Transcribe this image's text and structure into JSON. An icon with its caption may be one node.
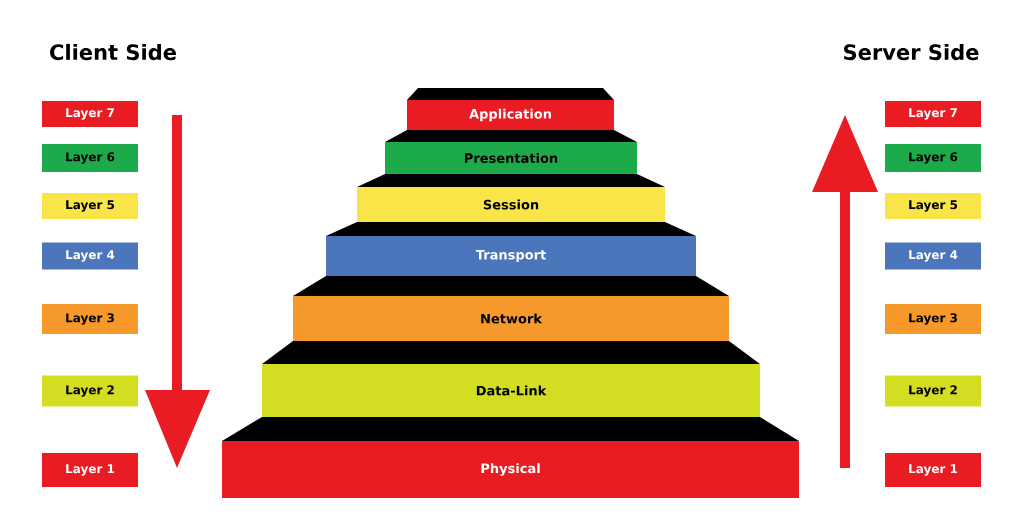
{
  "diagram": {
    "nodes": [
      {
        "text": [
          "Layer 7"
        ]
      },
      {
        "text": [
          "Layer 6"
        ]
      },
      {
        "text": [
          "Layer 5"
        ]
      },
      {
        "text": [
          "Layer 4"
        ]
      },
      {
        "text": [
          "Layer 3"
        ]
      },
      {
        "text": [
          "Layer 2"
        ]
      },
      {
        "text": [
          "Layer 1"
        ]
      },
      {
        "text": [
          "Application"
        ]
      },
      {
        "text": [
          "Presentation"
        ]
      },
      {
        "text": [
          "Session"
        ]
      },
      {
        "text": [
          "Transport"
        ]
      },
      {
        "text": [
          "Network"
        ]
      },
      {
        "text": [
          "Data-Link"
        ]
      },
      {
        "text": [
          "Physical"
        ]
      },
      {
        "text": [
          "Layer 7"
        ]
      },
      {
        "text": [
          "Layer 6"
        ]
      },
      {
        "text": [
          "Layer 5"
        ]
      },
      {
        "text": [
          "Layer 4"
        ]
      },
      {
        "text": [
          "Layer 3"
        ]
      },
      {
        "text": [
          "Layer 2"
        ]
      },
      {
        "text": [
          "Layer 1"
        ]
      }
    ],
    "labels": [
      "Client Side",
      "Server Side"
    ]
  }
}
